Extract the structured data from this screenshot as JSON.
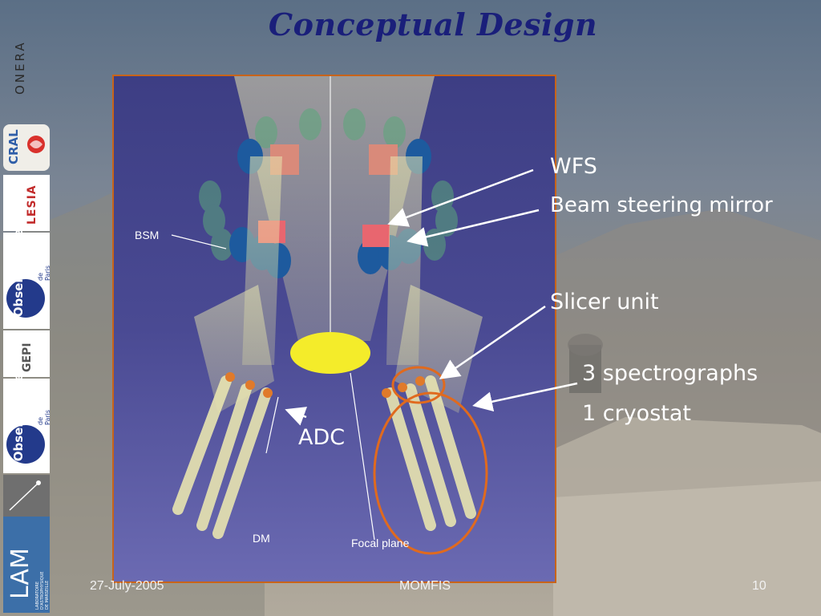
{
  "slide": {
    "title": "Conceptual Design",
    "footer_date": "27-July-2005",
    "footer_name": "MOMFIS",
    "page_number": "10"
  },
  "figure": {
    "bsm_label": "BSM",
    "dm_label": "DM",
    "focal_plane_label": "Focal plane"
  },
  "callouts": {
    "wfs": "WFS",
    "beam_steering": "Beam steering mirror",
    "slicer": "Slicer unit",
    "spectrographs": "3 spectrographs",
    "cryostat": "1 cryostat",
    "adc": "ADC"
  },
  "logos": {
    "onera": "ONERA",
    "cral": "CRAL",
    "lesia": "LESIA",
    "observatoire": "l'Observatoire",
    "de_paris": "de Paris",
    "gepi": "GEPI",
    "lam": "LAM",
    "lam_sub": "LABORATOIRE D'ASTROPHYSIQUE DE MARSEILLE"
  },
  "colors": {
    "title": "#1a1f7a",
    "panel_border": "#c8641a",
    "highlight": "#e06a1e"
  }
}
